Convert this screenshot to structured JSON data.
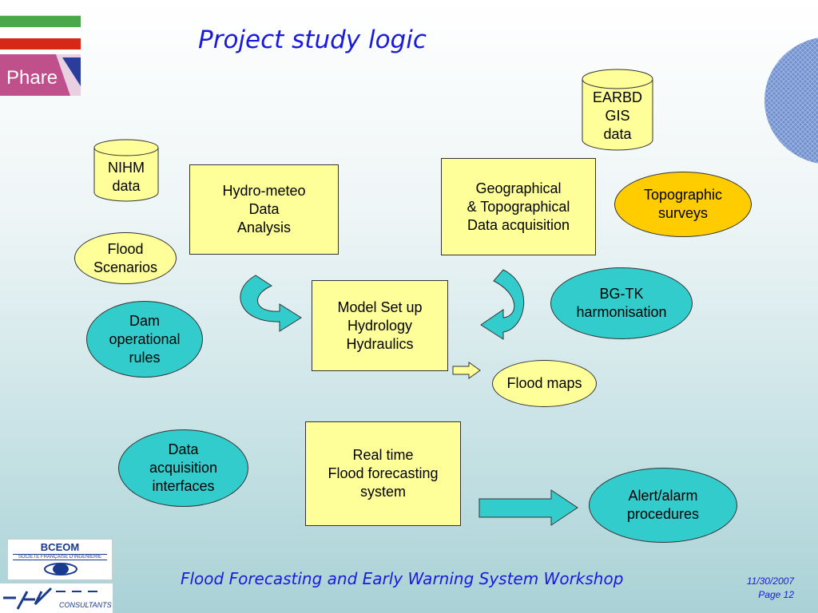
{
  "slide": {
    "title": "Project study logic",
    "footer": "Flood Forecasting and Early Warning System Workshop",
    "date": "11/30/2007",
    "page": "Page 12"
  },
  "logos": {
    "phare": "Phare",
    "bceom": "BCEOM",
    "bceom_sub": "SOCIETE FRANÇAISE D'INGENIERIE",
    "hkv_sub": "CONSULTANTS"
  },
  "databases": {
    "nihm": "NIHM\ndata",
    "earbd": "EARBD\nGIS\ndata"
  },
  "boxes": {
    "hydro_meteo": "Hydro-meteo\nData\nAnalysis",
    "geographical": "Geographical\n& Topographical\nData acquisition",
    "model_setup": "Model Set up\nHydrology\nHydraulics",
    "real_time": "Real time\nFlood forecasting\nsystem"
  },
  "ovals": {
    "flood_scenarios": "Flood\nScenarios",
    "dam_rules": "Dam\noperational\nrules",
    "topographic": "Topographic\nsurveys",
    "bg_tk": "BG-TK\nharmonisation",
    "flood_maps": "Flood maps",
    "data_acq": "Data\nacquisition\ninterfaces",
    "alert": "Alert/alarm\nprocedures"
  },
  "colors": {
    "box_fill": "#ffff99",
    "teal_fill": "#33cccc",
    "orange_fill": "#ffcc00",
    "title_blue": "#1a1adf",
    "flag_green": "#4aa84a",
    "flag_red": "#d62818",
    "phare_pink": "#c0508c"
  }
}
